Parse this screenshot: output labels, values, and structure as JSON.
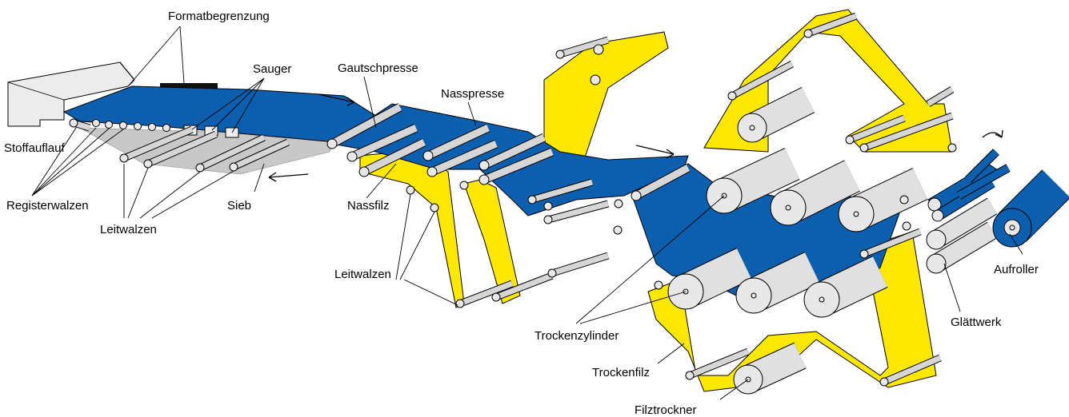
{
  "labels": {
    "formatbegrenzung": "Formatbegrenzung",
    "sauger": "Sauger",
    "gautschpresse": "Gautschpresse",
    "nasspresse": "Nasspresse",
    "stoffauflauf": "Stoffauflauf",
    "registerwalzen": "Registerwalzen",
    "leitwalzen_left": "Leitwalzen",
    "sieb": "Sieb",
    "nassfilz": "Nassfilz",
    "leitwalzen_mid": "Leitwalzen",
    "trockenzylinder": "Trockenzylinder",
    "trockenfilz": "Trockenfilz",
    "filztrockner": "Filztrockner",
    "glaettwerk": "Glättwerk",
    "aufroller": "Aufroller"
  },
  "colors": {
    "paper_web": "#0b5fae",
    "felt": "#ffe800",
    "roll": "#d6d6d6"
  }
}
